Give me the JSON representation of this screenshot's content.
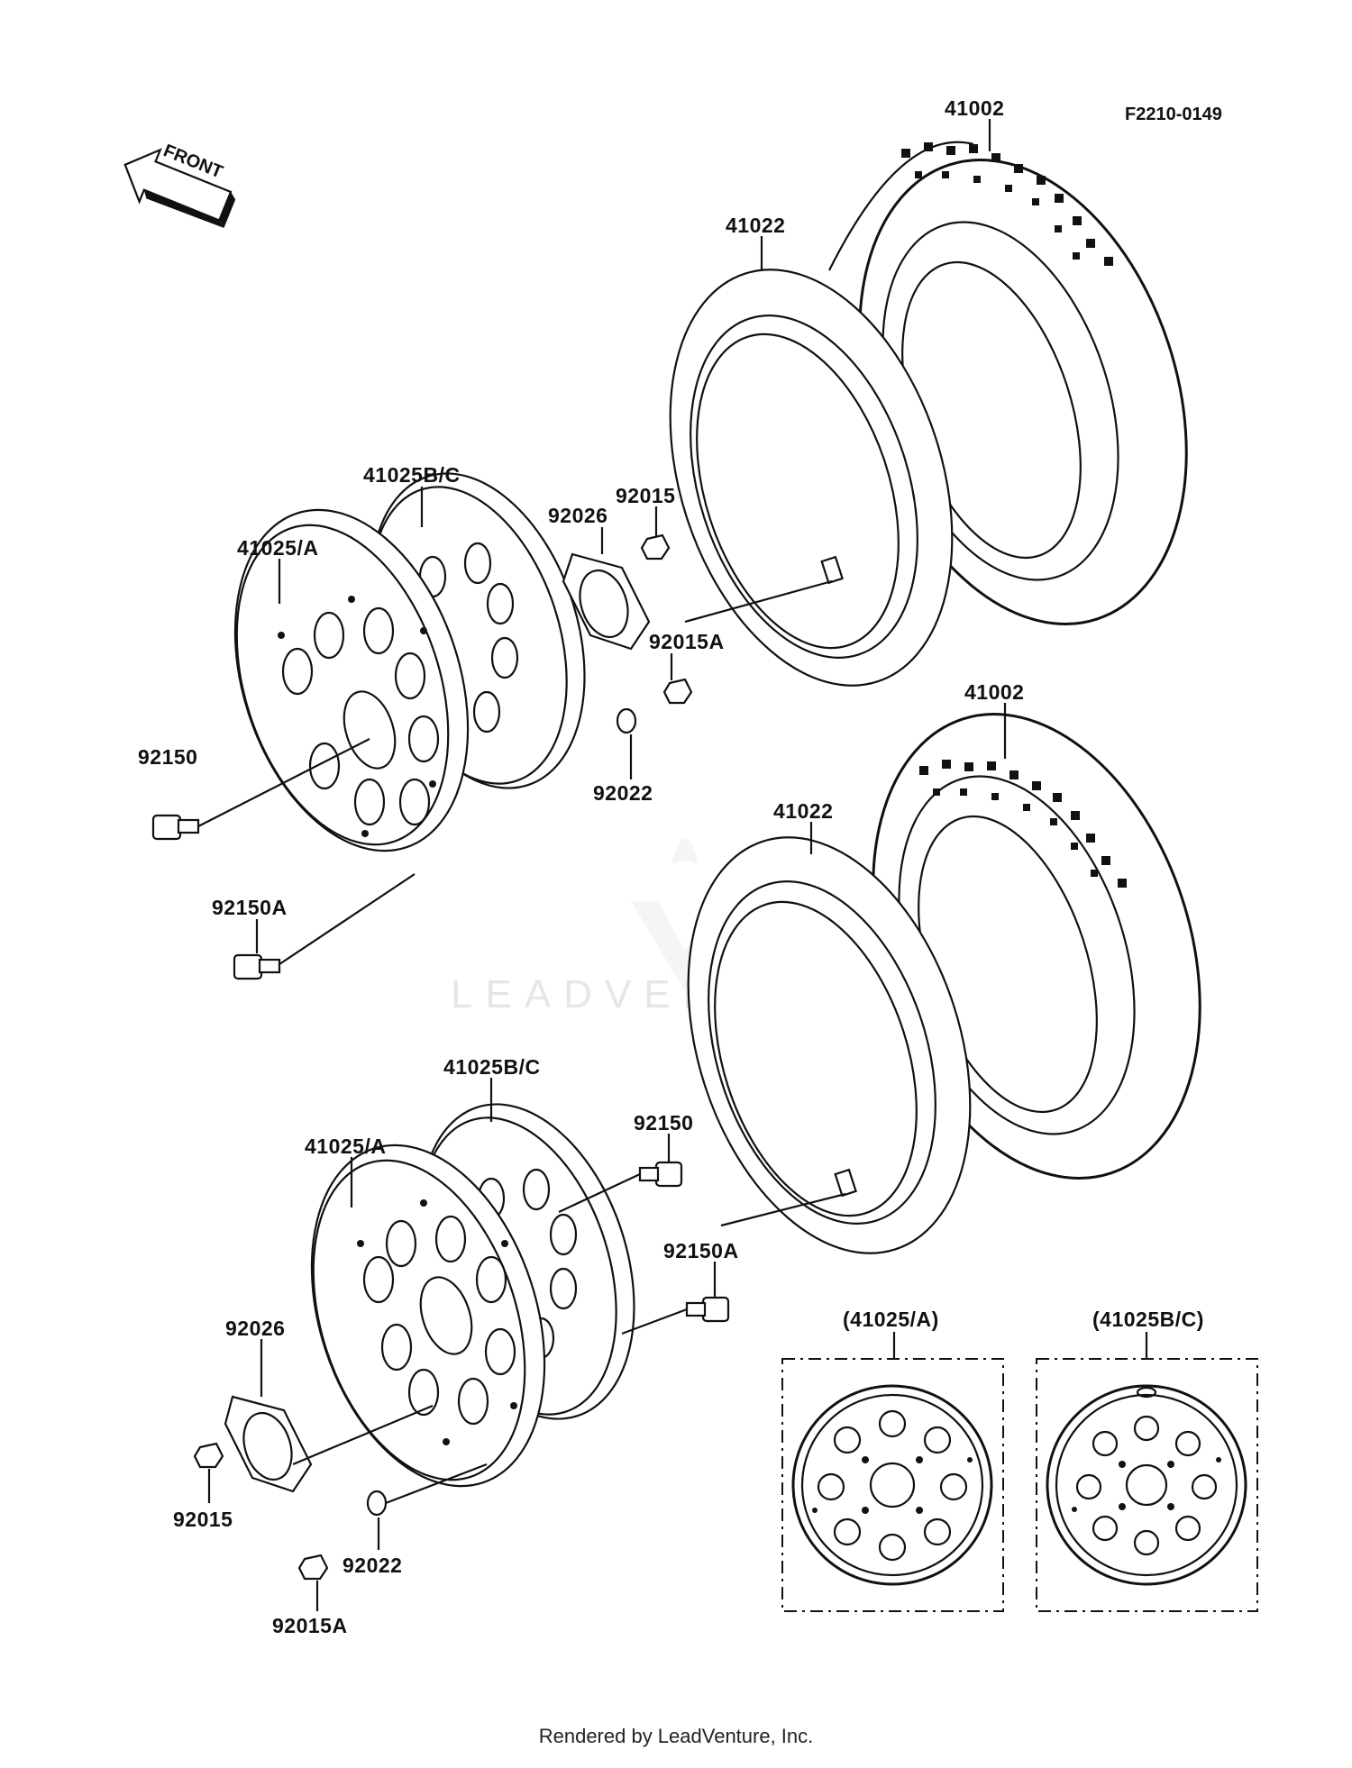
{
  "diagram_code": "F2210-0149",
  "front_label": "FRONT",
  "watermark": "LEADVENTURE",
  "footer": "Rendered by LeadVenture, Inc.",
  "labels": {
    "tire_upper": "41002",
    "tube_upper": "41022",
    "rim_bc_upper": "41025B/C",
    "rim_a_upper": "41025/A",
    "plate_upper": "92026",
    "nut_upper": "92015",
    "nut_a_upper": "92015A",
    "bolt_upper": "92150",
    "washer_upper": "92022",
    "bolt_a_upper": "92150A",
    "tire_lower": "41002",
    "tube_lower": "41022",
    "rim_bc_lower": "41025B/C",
    "rim_a_lower": "41025/A",
    "bolt_lower": "92150",
    "bolt_a_lower": "92150A",
    "plate_lower": "92026",
    "nut_lower": "92015",
    "washer_lower": "92022",
    "nut_a_lower": "92015A",
    "detail_a": "(41025/A)",
    "detail_bc": "(41025B/C)"
  }
}
